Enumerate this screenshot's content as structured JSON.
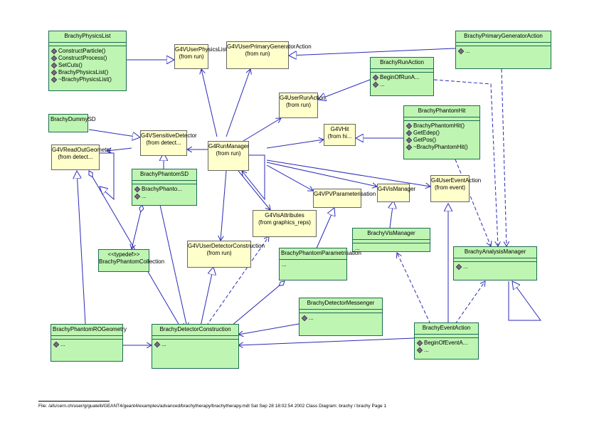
{
  "classes": {
    "physics_list": {
      "name": "BrachyPhysicsList",
      "ops": [
        "ConstructParticle()",
        "ConstructProcess()",
        "SetCuts()",
        "BrachyPhysicsList()",
        "~BrachyPhysicsList()"
      ]
    },
    "primary_gen": {
      "name": "BrachyPrimaryGeneratorAction",
      "ops": [
        "..."
      ]
    },
    "run_action": {
      "name": "BrachyRunAction",
      "ops": [
        "BeginOfRunA...",
        "..."
      ]
    },
    "phantom_hit": {
      "name": "BrachyPhantomHit",
      "ops": [
        "BrachyPhantomHit()",
        "GetEdep()",
        "GetPos()",
        "~BrachyPhantomHit()"
      ]
    },
    "dummy_sd": {
      "name": "BrachyDummySD"
    },
    "phantom_sd": {
      "name": "BrachyPhantomSD",
      "ops": [
        "BrachyPhanto...",
        "..."
      ]
    },
    "vis_manager": {
      "name": "BrachyVisManager",
      "ops": [
        "..."
      ]
    },
    "analysis_manager": {
      "name": "BrachyAnalysisManager",
      "ops": [
        "..."
      ]
    },
    "phantom_param": {
      "name": "BrachyPhantomParametrisation",
      "ops": [
        "..."
      ]
    },
    "detector_messenger": {
      "name": "BrachyDetectorMessenger",
      "ops": [
        "..."
      ]
    },
    "phantom_ro_geometry": {
      "name": "BrachyPhantomROGeometry",
      "ops": [
        "..."
      ]
    },
    "detector_construction": {
      "name": "BrachyDetectorConstruction",
      "ops": [
        "..."
      ]
    },
    "event_action": {
      "name": "BrachyEventAction",
      "ops": [
        "BeginOfEventA...",
        "..."
      ]
    },
    "phantom_collection": {
      "name": "<<typedef>>\nBrachyPhantomCollection"
    }
  },
  "externals": {
    "user_physics_list": "G4VUserPhysicsList\n(from run)",
    "user_primary_gen": "G4VUserPrimaryGeneratorAction\n(from run)",
    "user_run_action": "G4UserRunAction\n(from run)",
    "sensitive_detector": "G4VSensitiveDetector\n(from detect...",
    "readout_geometry": "G4VReadOutGeometry\n(from detect...",
    "run_manager": "G4RunManager\n(from run)",
    "vhit": "G4VHit\n(from hi...",
    "pv_param": "G4VPVParameterisation",
    "vis_manager": "G4VisManager",
    "user_event_action": "G4UserEventAction\n(from event)",
    "vis_attributes": "G4VisAttributes\n(from graphics_reps)",
    "user_detector_construction": "G4VUserDetectorConstruction\n(from run)"
  },
  "footer": "File: /afs/cern.ch/user/g/guatelli/GEANT4/geant4/examples/advanced/brachytherapy/brachytherapy.mdl    Sat Sep 28 18:02:54 2002    Class Diagram: brachy / brachy   Page 1",
  "colors": {
    "class_fill": "#bff5b2",
    "class_border": "#1f6b54",
    "external_fill": "#ffffcc",
    "line": "#2a2ab8"
  }
}
